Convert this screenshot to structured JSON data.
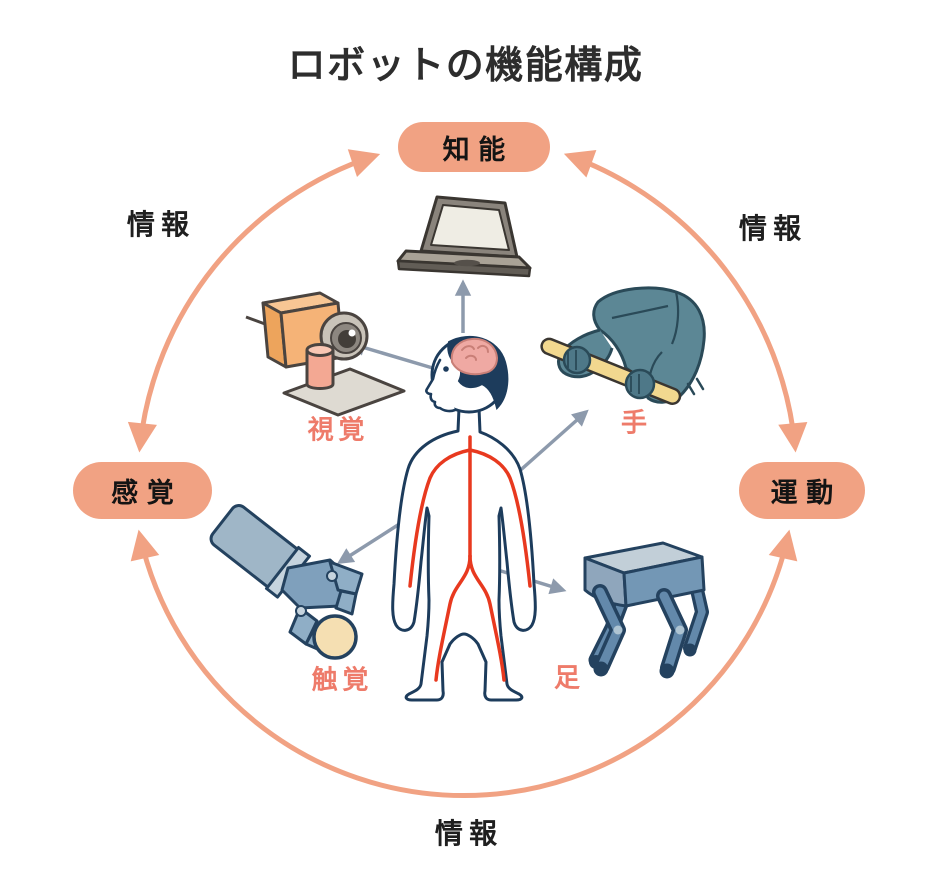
{
  "title": "ロボットの機能構成",
  "diagram": {
    "nodes": [
      {
        "id": "intelligence",
        "label": "知能",
        "position": "top"
      },
      {
        "id": "sensation",
        "label": "感覚",
        "position": "left"
      },
      {
        "id": "motion",
        "label": "運動",
        "position": "right"
      }
    ],
    "edges": [
      {
        "from": "sensation",
        "to": "intelligence",
        "label": "情報",
        "bidirectional": true,
        "position": "top-left-arc"
      },
      {
        "from": "intelligence",
        "to": "motion",
        "label": "情報",
        "bidirectional": true,
        "position": "top-right-arc"
      },
      {
        "from": "motion",
        "to": "sensation",
        "label": "情報",
        "bidirectional": true,
        "position": "bottom-arc"
      }
    ],
    "center": {
      "icon": "human-figure"
    },
    "items": [
      {
        "id": "computer",
        "icon": "laptop-icon",
        "label": "",
        "position": "top-center"
      },
      {
        "id": "vision",
        "icon": "camera-icon",
        "label": "視覚",
        "position": "upper-left"
      },
      {
        "id": "hand",
        "icon": "robot-arm-icon",
        "label": "手",
        "position": "upper-right"
      },
      {
        "id": "touch",
        "icon": "robot-gripper-icon",
        "label": "触覚",
        "position": "lower-left"
      },
      {
        "id": "foot",
        "icon": "robot-dog-icon",
        "label": "足",
        "position": "lower-right"
      }
    ]
  },
  "colors": {
    "accent_orange": "#F1A283",
    "item_label_coral": "#EE7B6A",
    "text_dark": "#2D2D2D",
    "arrow_gray": "#8D9AAC",
    "human_outline_navy": "#1D3C5C",
    "nerve_red": "#E8391F",
    "robot_teal": "#5C8795",
    "robot_blue": "#7FA0BC",
    "rod_yellow": "#F2D88F",
    "background": "#FFFFFF"
  }
}
